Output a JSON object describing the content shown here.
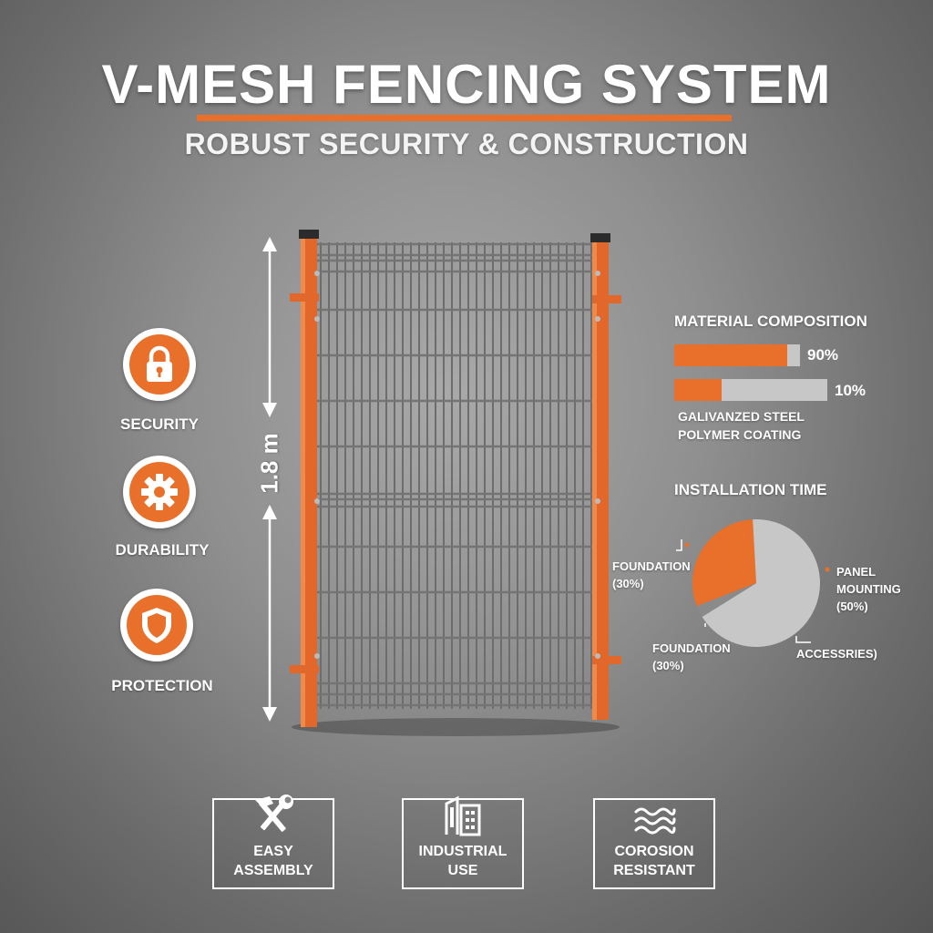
{
  "header": {
    "title": "V-MESH FENCING SYSTEM",
    "subtitle": "ROBUST SECURITY & CONSTRUCTION"
  },
  "colors": {
    "accent": "#e8702a",
    "steel": "#c7c7c7",
    "background": "#8f8f8f"
  },
  "features": [
    {
      "label": "SECURITY",
      "icon": "padlock-icon"
    },
    {
      "label": "DURABILITY",
      "icon": "gear-icon"
    },
    {
      "label": "PROTECTION",
      "icon": "shield-icon"
    }
  ],
  "dimension": {
    "label": "1.8 m"
  },
  "material": {
    "heading": "MATERIAL COMPOSITION",
    "bars": [
      {
        "pct_label": "90%",
        "fraction": 0.9
      },
      {
        "pct_label": "10%",
        "fraction": 0.1
      }
    ],
    "legend": [
      "GALIVANZED STEEL",
      "POLYMER COATING"
    ]
  },
  "installation": {
    "heading": "INSTALLATION TIME",
    "labels": {
      "foundation_top": [
        "FOUNDATION",
        "(30%)"
      ],
      "panel_mounting": [
        "PANEL MOUNTING",
        "(50%)"
      ],
      "foundation_bottom": [
        "FOUNDATION",
        "(30%)"
      ],
      "accessories": "ACCESSRIES)"
    },
    "slices": [
      {
        "value": 30,
        "color": "#e8702a"
      },
      {
        "value": 67,
        "color": "#c7c7c7"
      },
      {
        "value": 3,
        "color": "#8a8a8a"
      }
    ]
  },
  "bottom_badges": [
    {
      "lines": [
        "EASY ASSEMBLY"
      ],
      "icon": "hammer-wrench-icon"
    },
    {
      "lines": [
        "INDUSTRIAL USE"
      ],
      "icon": "building-icon"
    },
    {
      "lines": [
        "COROSION",
        "RESISTANT"
      ],
      "icon": "waves-icon"
    }
  ]
}
